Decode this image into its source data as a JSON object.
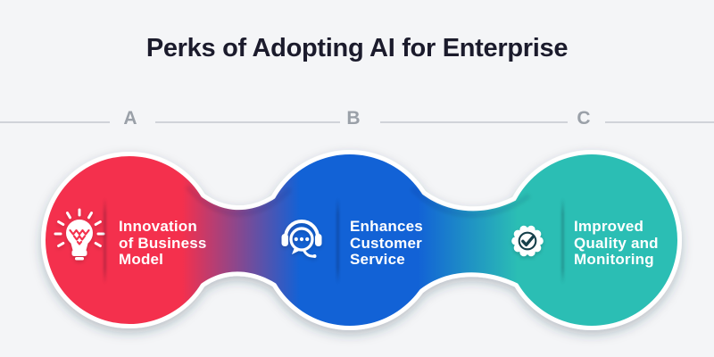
{
  "title": "Perks of Adopting AI for Enterprise",
  "steps": [
    {
      "label": "A",
      "icon": "lightbulb-idea-icon",
      "lines": [
        "Innovation",
        "of Business",
        "Model"
      ],
      "color": "#f4304d"
    },
    {
      "label": "B",
      "icon": "headset-chat-icon",
      "lines": [
        "Enhances",
        "Customer",
        "Service"
      ],
      "color": "#1262d6"
    },
    {
      "label": "C",
      "icon": "quality-badge-check-icon",
      "lines": [
        "Improved",
        "Quality and",
        "Monitoring"
      ],
      "color": "#2bbeb4"
    }
  ],
  "colors": {
    "background": "#f4f5f7",
    "title_text": "#1b1b2c",
    "step_letter_gray": "#9aa0a8",
    "axis_line_gray": "#d0d3d9",
    "blob_outline": "#ffffff",
    "blob_text": "#ffffff",
    "badge_ink": "#123f4b"
  }
}
